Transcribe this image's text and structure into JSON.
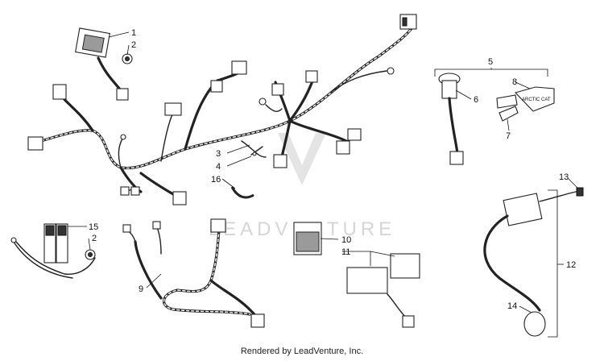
{
  "watermark": {
    "text": "LEADVENTURE"
  },
  "footer": {
    "text": "Rendered by LeadVenture, Inc."
  },
  "callouts": [
    {
      "id": "c1",
      "label": "1"
    },
    {
      "id": "c2a",
      "label": "2"
    },
    {
      "id": "c3",
      "label": "3"
    },
    {
      "id": "c4",
      "label": "4"
    },
    {
      "id": "c5",
      "label": "5"
    },
    {
      "id": "c6",
      "label": "6"
    },
    {
      "id": "c7",
      "label": "7"
    },
    {
      "id": "c8",
      "label": "8"
    },
    {
      "id": "c9",
      "label": "9"
    },
    {
      "id": "c10",
      "label": "10"
    },
    {
      "id": "c11",
      "label": "11"
    },
    {
      "id": "c12",
      "label": "12"
    },
    {
      "id": "c13",
      "label": "13"
    },
    {
      "id": "c14",
      "label": "14"
    },
    {
      "id": "c15",
      "label": "15"
    },
    {
      "id": "c2b",
      "label": "2"
    },
    {
      "id": "c16",
      "label": "16"
    }
  ],
  "key_tag_text": "ARCTIC CAT"
}
